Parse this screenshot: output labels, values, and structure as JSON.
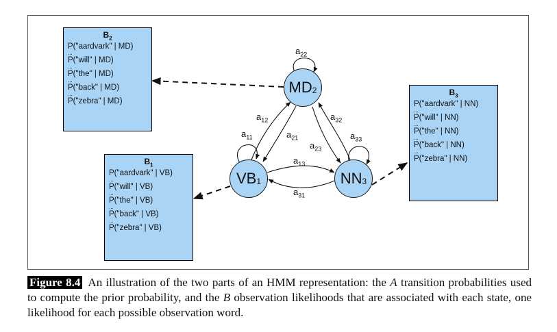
{
  "states": [
    {
      "id": "MD",
      "name": "MD",
      "sub": "2"
    },
    {
      "id": "VB",
      "name": "VB",
      "sub": "1"
    },
    {
      "id": "NN",
      "name": "NN",
      "sub": "3"
    }
  ],
  "transitions": [
    {
      "from": "MD",
      "to": "MD",
      "label": "a",
      "sub": "22"
    },
    {
      "from": "VB",
      "to": "VB",
      "label": "a",
      "sub": "11"
    },
    {
      "from": "NN",
      "to": "NN",
      "label": "a",
      "sub": "33"
    },
    {
      "from": "VB",
      "to": "MD",
      "label": "a",
      "sub": "12"
    },
    {
      "from": "MD",
      "to": "VB",
      "label": "a",
      "sub": "21"
    },
    {
      "from": "NN",
      "to": "MD",
      "label": "a",
      "sub": "32"
    },
    {
      "from": "MD",
      "to": "NN",
      "label": "a",
      "sub": "23"
    },
    {
      "from": "VB",
      "to": "NN",
      "label": "a",
      "sub": "13"
    },
    {
      "from": "NN",
      "to": "VB",
      "label": "a",
      "sub": "31"
    }
  ],
  "observation_boxes": {
    "B2": {
      "title": "B",
      "sub": "2",
      "lines": [
        "P(\"aardvark\" | MD)",
        "P(\"will\" | MD)",
        "P(\"the\" | MD)",
        "P(\"back\" | MD)",
        "P(\"zebra\" | MD)"
      ]
    },
    "B1": {
      "title": "B",
      "sub": "1",
      "lines": [
        "P(\"aardvark\" | VB)",
        "P(\"will\" | VB)",
        "P(\"the\" | VB)",
        "P(\"back\" | VB)",
        "P(\"zebra\" | VB)"
      ]
    },
    "B3": {
      "title": "B",
      "sub": "3",
      "lines": [
        "P(\"aardvark\" | NN)",
        "P(\"will\" | NN)",
        "P(\"the\" | NN)",
        "P(\"back\" | NN)",
        "P(\"zebra\" | NN)"
      ]
    }
  },
  "ellipsis": "...",
  "caption": {
    "figure_label": "Figure 8.4",
    "text_1": "An illustration of the two parts of an HMM representation: the ",
    "italic_a": "A",
    "text_2": " transition probabilities used to compute the prior probability, and the ",
    "italic_b": "B",
    "text_3": " observation likelihoods that are associated with each state, one likelihood for each possible observation word."
  }
}
